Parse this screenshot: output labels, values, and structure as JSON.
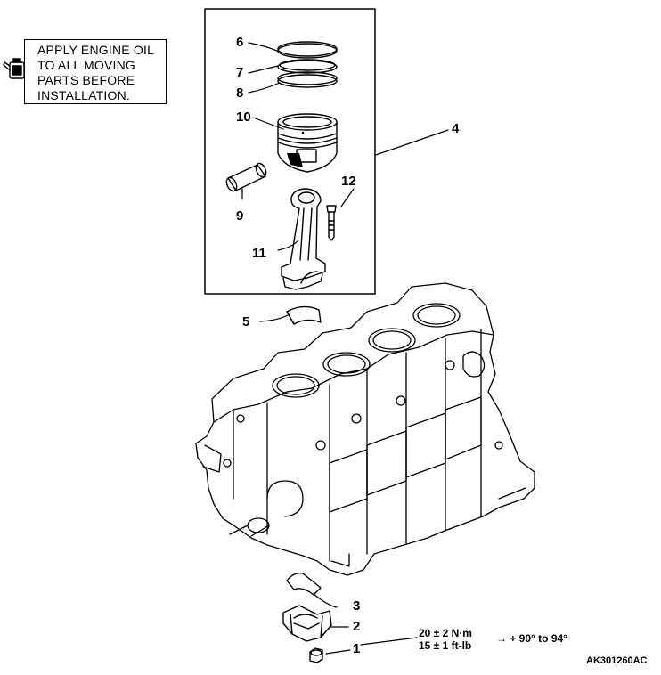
{
  "note": {
    "lines": [
      "APPLY ENGINE OIL",
      "TO ALL MOVING",
      "PARTS BEFORE",
      "INSTALLATION."
    ],
    "icon": "oil-can-icon"
  },
  "callouts": {
    "c1": "1",
    "c2": "2",
    "c3": "3",
    "c4": "4",
    "c5": "5",
    "c6": "6",
    "c7": "7",
    "c8": "8",
    "c9": "9",
    "c10": "10",
    "c11": "11",
    "c12": "12"
  },
  "torque": {
    "nm": "20 ± 2 N·m",
    "ftlb": "15 ± 1 ft-lb",
    "angle": "→ + 90° to 94°"
  },
  "reference_code": "AK301260AC"
}
